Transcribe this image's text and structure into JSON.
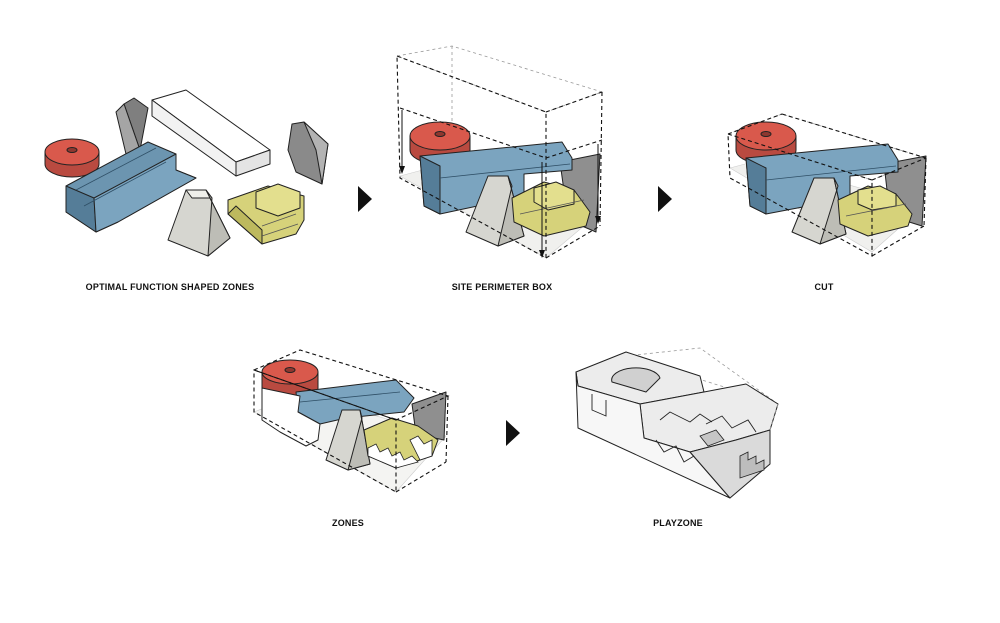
{
  "steps": [
    {
      "label": "OPTIMAL FUNCTION SHAPED ZONES"
    },
    {
      "label": "SITE PERIMETER BOX"
    },
    {
      "label": "CUT"
    },
    {
      "label": "ZONES"
    },
    {
      "label": "PLAYZONE"
    }
  ],
  "colors": {
    "red_zone": "#d9594c",
    "blue_zone": "#6c95b0",
    "yellow_zone": "#d6d27a",
    "grey_zone": "#9c9c9c",
    "light_zone": "#dcdcd6",
    "white_zone": "#ffffff",
    "arrow": "#111111"
  }
}
